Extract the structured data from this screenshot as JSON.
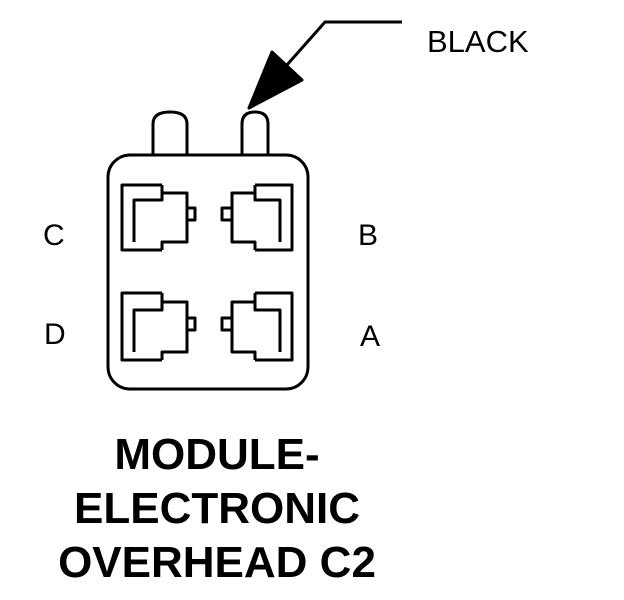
{
  "connector": {
    "wire_color_label": "BLACK",
    "pins": {
      "c": "C",
      "b": "B",
      "d": "D",
      "a": "A"
    },
    "caption_lines": [
      "MODULE-",
      "ELECTRONIC",
      "OVERHEAD C2"
    ]
  },
  "colors": {
    "line": "#000000",
    "background": "#ffffff"
  }
}
